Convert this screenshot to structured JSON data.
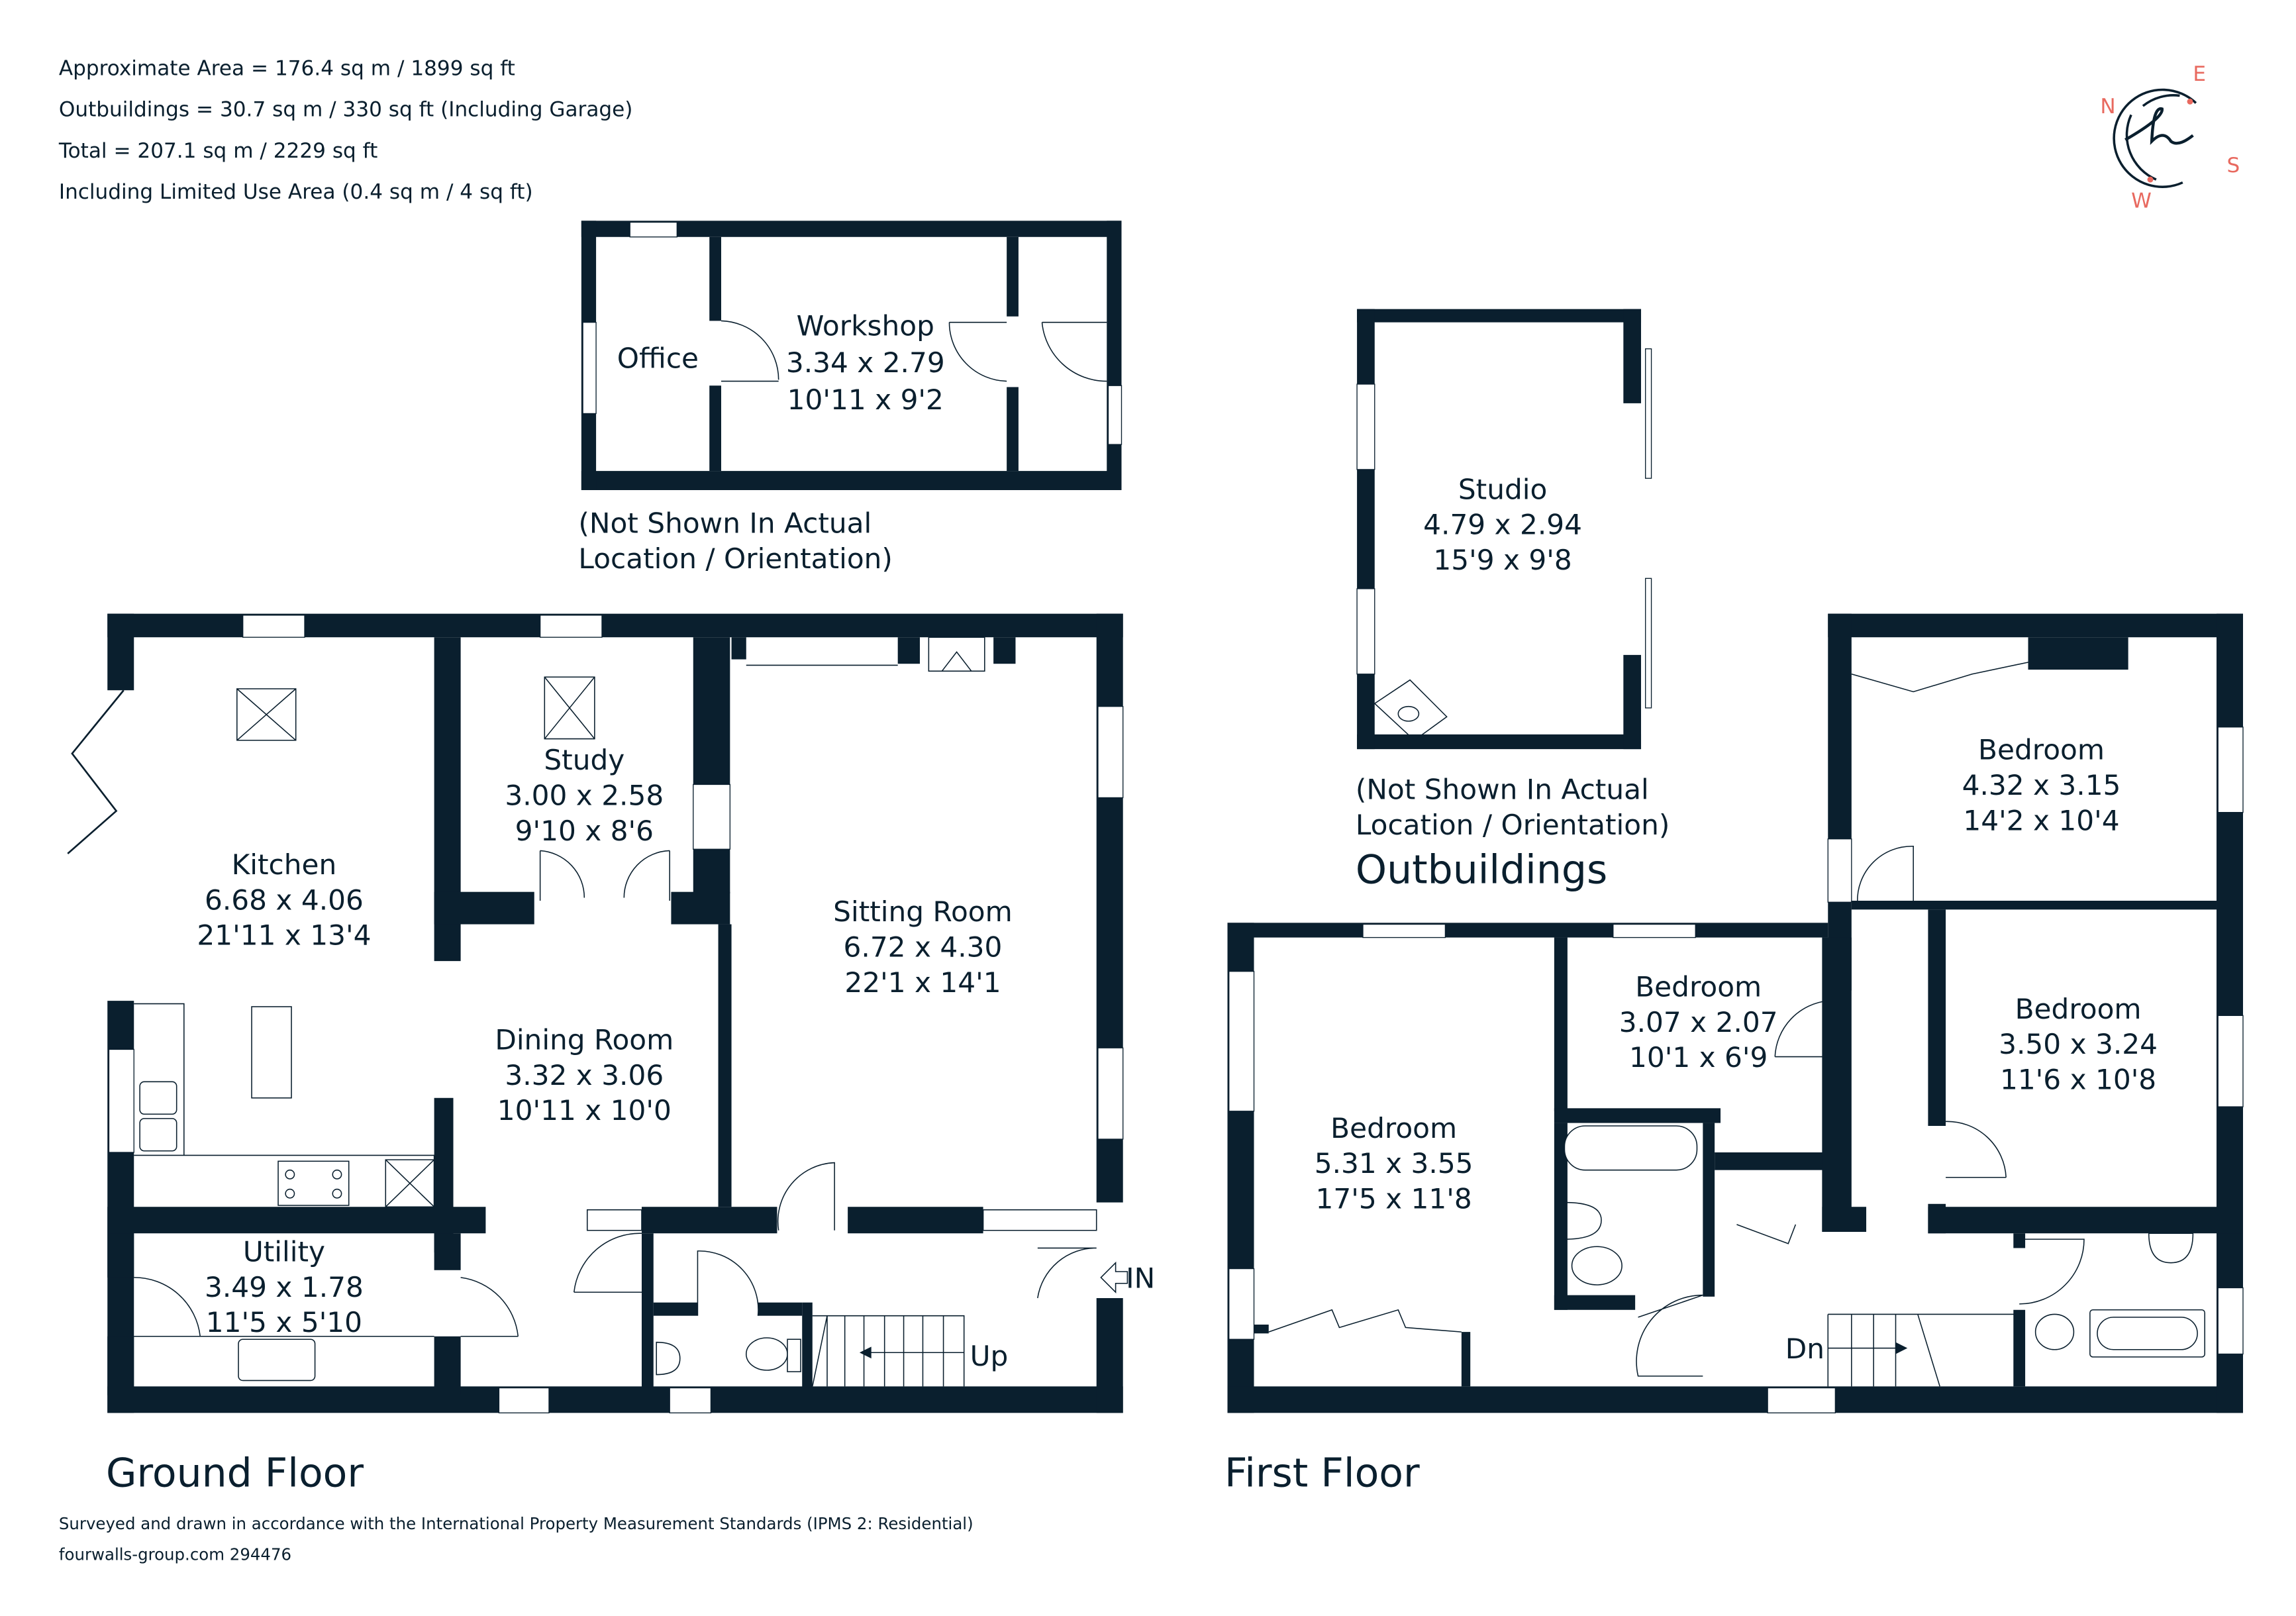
{
  "header": {
    "area_lines": [
      "Approximate Area = 176.4 sq m / 1899 sq ft",
      "Outbuildings = 30.7 sq m / 330 sq ft (Including Garage)",
      "Total = 207.1 sq m / 2229 sq ft",
      "Including Limited Use Area (0.4 sq m / 4 sq ft)"
    ]
  },
  "compass": {
    "letters": {
      "n": "N",
      "e": "E",
      "s": "S",
      "w": "W"
    },
    "logo_glyph": "h",
    "accent_color": "#e8695f",
    "ink_color": "#0a1f2e"
  },
  "outbuildings": {
    "title": "Outbuildings",
    "note_line1": "(Not Shown In Actual",
    "note_line2": "Location / Orientation)",
    "workshop": {
      "name": "Workshop",
      "metric": "3.34 x 2.79",
      "imperial": "10'11 x 9'2"
    },
    "office": {
      "name": "Office"
    },
    "studio": {
      "name": "Studio",
      "metric": "4.79 x 2.94",
      "imperial": "15'9 x 9'8"
    }
  },
  "ground_floor": {
    "title": "Ground Floor",
    "rooms": {
      "kitchen": {
        "name": "Kitchen",
        "metric": "6.68 x 4.06",
        "imperial": "21'11 x 13'4"
      },
      "study": {
        "name": "Study",
        "metric": "3.00 x 2.58",
        "imperial": "9'10 x 8'6"
      },
      "dining": {
        "name": "Dining Room",
        "metric": "3.32 x 3.06",
        "imperial": "10'11 x 10'0"
      },
      "sitting": {
        "name": "Sitting Room",
        "metric": "6.72 x 4.30",
        "imperial": "22'1 x 14'1"
      },
      "utility": {
        "name": "Utility",
        "metric": "3.49 x 1.78",
        "imperial": "11'5 x 5'10"
      }
    },
    "stairs_label": "Up",
    "entrance_label": "IN"
  },
  "first_floor": {
    "title": "First Floor",
    "rooms": {
      "bedroom_main": {
        "name": "Bedroom",
        "metric": "5.31 x 3.55",
        "imperial": "17'5 x 11'8"
      },
      "bedroom_small": {
        "name": "Bedroom",
        "metric": "3.07 x 2.07",
        "imperial": "10'1 x 6'9"
      },
      "bedroom_ne": {
        "name": "Bedroom",
        "metric": "4.32 x 3.15",
        "imperial": "14'2 x 10'4"
      },
      "bedroom_e": {
        "name": "Bedroom",
        "metric": "3.50 x 3.24",
        "imperial": "11'6 x 10'8"
      }
    },
    "stairs_label": "Dn"
  },
  "footer": {
    "standard": "Surveyed and drawn in accordance with the International Property Measurement Standards (IPMS 2: Residential)",
    "reference": "fourwalls-group.com 294476"
  }
}
